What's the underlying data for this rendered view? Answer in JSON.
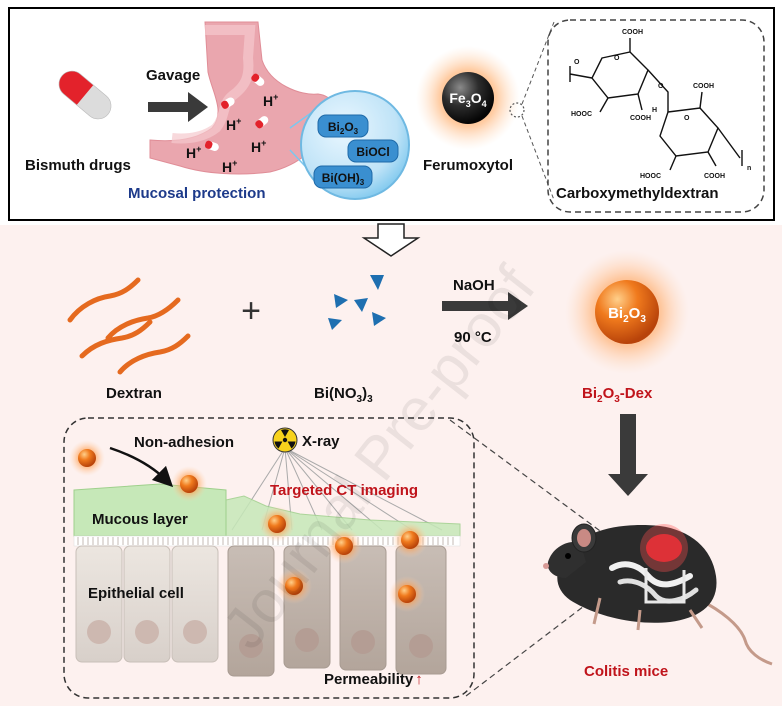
{
  "top_panel": {
    "bismuth_drugs": "Bismuth drugs",
    "gavage": "Gavage",
    "h_plus": "H",
    "h_plus_sup": "+",
    "mucosal_protection": "Mucosal protection",
    "species": [
      {
        "base": "Bi",
        "sub": "2",
        "rest": "O",
        "sub2": "3"
      },
      {
        "text": "BiOCl"
      },
      {
        "base": "Bi(OH)",
        "sub": "3"
      }
    ],
    "fe3o4_base": "Fe",
    "fe3o4_sub1": "3",
    "fe3o4_mid": "O",
    "fe3o4_sub2": "4",
    "ferumoxytol": "Ferumoxytol",
    "coating": "Carboxymethyldextran",
    "cooh": "COOH",
    "hooc": "HOOC",
    "h": "H",
    "o": "O",
    "n_subscript": "n"
  },
  "synthesis": {
    "dextran": "Dextran",
    "plus": "+",
    "bi_no3": "Bi(NO",
    "bi_no3_sub": "3",
    "bi_no3_close": ")",
    "bi_no3_sub2": "3",
    "reagent": "NaOH",
    "temperature": "90 °C",
    "product_core_base": "Bi",
    "product_core_sub1": "2",
    "product_core_mid": "O",
    "product_core_sub2": "3",
    "product_label_end": "-Dex"
  },
  "mechanism": {
    "non_adhesion": "Non-adhesion",
    "xray": "X-ray",
    "targeted_ct": "Targeted CT imaging",
    "mucous_layer": "Mucous layer",
    "epithelial_cell": "Epithelial cell",
    "permeability": "Permeability",
    "permeability_arrow": "↑"
  },
  "colitis_mice": "Colitis mice",
  "watermark": "Journal Pre-proof",
  "colors": {
    "top_border": "#000000",
    "bottom_bg": "#fdf1ef",
    "stomach": "#eca9b0",
    "orange_np": "#f07a1d",
    "red_text": "#c0141b",
    "navy_text": "#1d3a8a",
    "bubble_blue": "#7cc7ee",
    "mucus_green": "#c6e8b8"
  }
}
